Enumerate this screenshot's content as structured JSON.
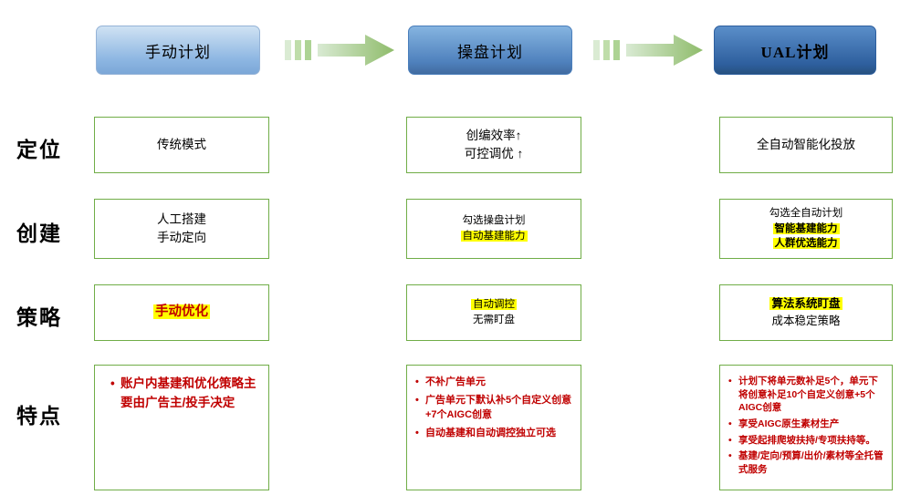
{
  "row_labels": [
    "定位",
    "创建",
    "策略",
    "特点"
  ],
  "headers": [
    "手动计划",
    "操盘计划",
    "UAL计划"
  ],
  "colors": {
    "header1_bg": "#8DB6E2",
    "header2_bg": "#4F81BD",
    "header3_bg": "#2E5F9E",
    "box_border_green": "#70AD47",
    "arrow_green": "#A9D18E",
    "highlight_yellow": "#FFFF00",
    "feature_red": "#C00000"
  },
  "columns": [
    {
      "positioning": [
        "传统模式"
      ],
      "creation": [
        "人工搭建",
        "手动定向"
      ],
      "strategy": [
        "手动优化"
      ],
      "features": [
        "账户内基建和优化策略主要由广告主/投手决定"
      ]
    },
    {
      "positioning": [
        "创编效率↑",
        "可控调优 ↑"
      ],
      "creation": [
        "勾选操盘计划",
        "自动基建能力"
      ],
      "strategy": [
        "自动调控",
        "无需盯盘"
      ],
      "features": [
        "不补广告单元",
        "广告单元下默认补5个自定义创意+7个AIGC创意",
        "自动基建和自动调控独立可选"
      ]
    },
    {
      "positioning": [
        "全自动智能化投放"
      ],
      "creation": [
        "勾选全自动计划",
        "智能基建能力",
        "人群优选能力"
      ],
      "strategy": [
        "算法系统盯盘",
        "成本稳定策略"
      ],
      "features": [
        "计划下将单元数补足5个，单元下将创意补足10个自定义创意+5个AIGC创意",
        "享受AIGC原生素材生产",
        "享受起排爬坡扶持/专项扶持等。",
        "基建/定向/预算/出价/素材等全托管式服务"
      ]
    }
  ]
}
